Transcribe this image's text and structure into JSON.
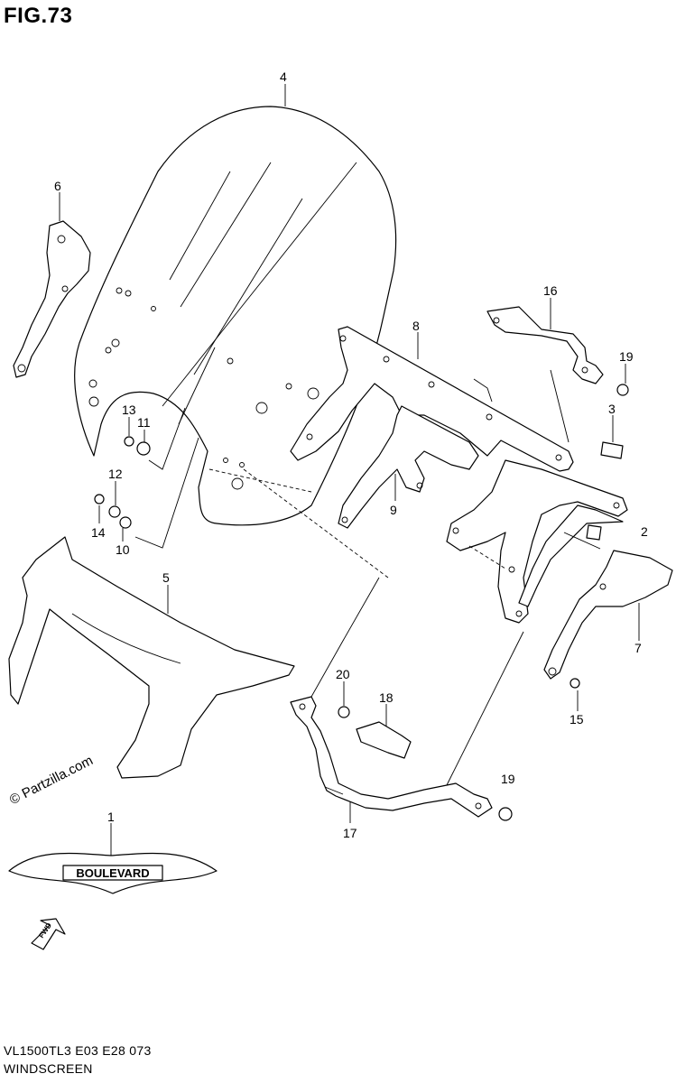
{
  "header": {
    "figure_label": "FIG.73"
  },
  "footer": {
    "model_code": "VL1500TL3  E03  E28  073",
    "section_name": "WINDSCREEN"
  },
  "watermark": {
    "text": "© Partzilla.com"
  },
  "emblem": {
    "text": "BOULEVARD"
  },
  "fwd_arrow": {
    "text": "FWD"
  },
  "callouts": [
    {
      "id": "c1",
      "label": "1"
    },
    {
      "id": "c2",
      "label": "2"
    },
    {
      "id": "c3",
      "label": "3"
    },
    {
      "id": "c4",
      "label": "4"
    },
    {
      "id": "c5",
      "label": "5"
    },
    {
      "id": "c6",
      "label": "6"
    },
    {
      "id": "c7",
      "label": "7"
    },
    {
      "id": "c8",
      "label": "8"
    },
    {
      "id": "c9",
      "label": "9"
    },
    {
      "id": "c10",
      "label": "10"
    },
    {
      "id": "c11",
      "label": "11"
    },
    {
      "id": "c12",
      "label": "12"
    },
    {
      "id": "c13",
      "label": "13"
    },
    {
      "id": "c14",
      "label": "14"
    },
    {
      "id": "c15",
      "label": "15"
    },
    {
      "id": "c16",
      "label": "16"
    },
    {
      "id": "c17",
      "label": "17"
    },
    {
      "id": "c18",
      "label": "18"
    },
    {
      "id": "c19a",
      "label": "19"
    },
    {
      "id": "c19b",
      "label": "19"
    },
    {
      "id": "c20",
      "label": "20"
    }
  ]
}
